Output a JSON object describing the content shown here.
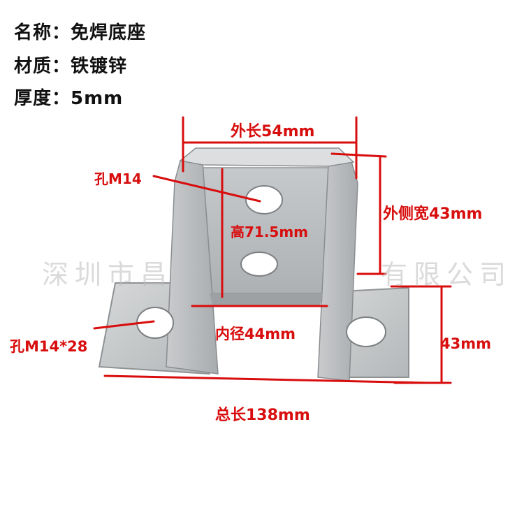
{
  "specs": {
    "name": "名称：免焊底座",
    "material": "材质：铁镀锌",
    "thickness": "厚度：5mm"
  },
  "watermark": {
    "left": "深圳市昌",
    "right": "有限公司"
  },
  "dimensions": {
    "outer_length": "外长54mm",
    "hole_top": "孔M14",
    "height": "高71.5mm",
    "outer_width": "外侧宽43mm",
    "hole_base": "孔M14*28",
    "inner_diameter": "内径44mm",
    "base_width": "43mm",
    "total_length": "总长138mm"
  },
  "colors": {
    "annotation": "#d80d0d",
    "text": "#111111",
    "metal": "#b9bcbe"
  }
}
